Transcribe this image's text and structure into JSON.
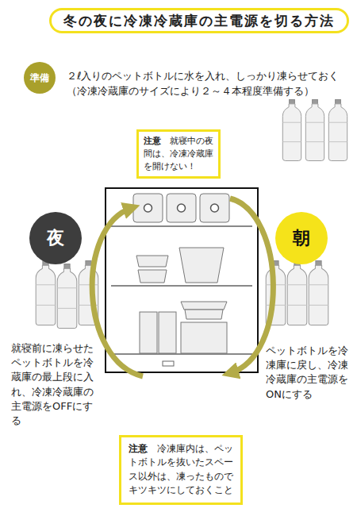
{
  "diagram": {
    "title": "冬の夜に冷凍冷蔵庫の主電源を切る方法",
    "nodes": [
      {
        "text": [
          "冬の夜に冷凍冷蔵庫の主電源を切る方法"
        ]
      },
      {
        "text": [
          "準備"
        ]
      },
      {
        "text": [
          "注意",
          "就寝中の夜間は、冷凍冷蔵庫を開けない！"
        ]
      },
      {
        "text": [
          "夜"
        ]
      },
      {
        "text": [
          "朝"
        ]
      },
      {
        "text": [
          "注意",
          "冷凍庫内は、ペットボトルを抜いたスペース以外は、凍ったものでキツキツにしておくこと"
        ]
      }
    ],
    "labels": [
      "２ℓ入りのペットボトルに水を入れ、しっかり凍らせておく（冷凍冷蔵庫のサイズにより２～４本程度準備する）",
      "就寝前に凍らせたペットボトルを冷蔵庫の最上段に入れ、冷凍冷蔵庫の主電源をOFFにする",
      "ペットボトルを冷凍庫に戻し、冷凍冷蔵庫の主電源をONにする"
    ]
  }
}
